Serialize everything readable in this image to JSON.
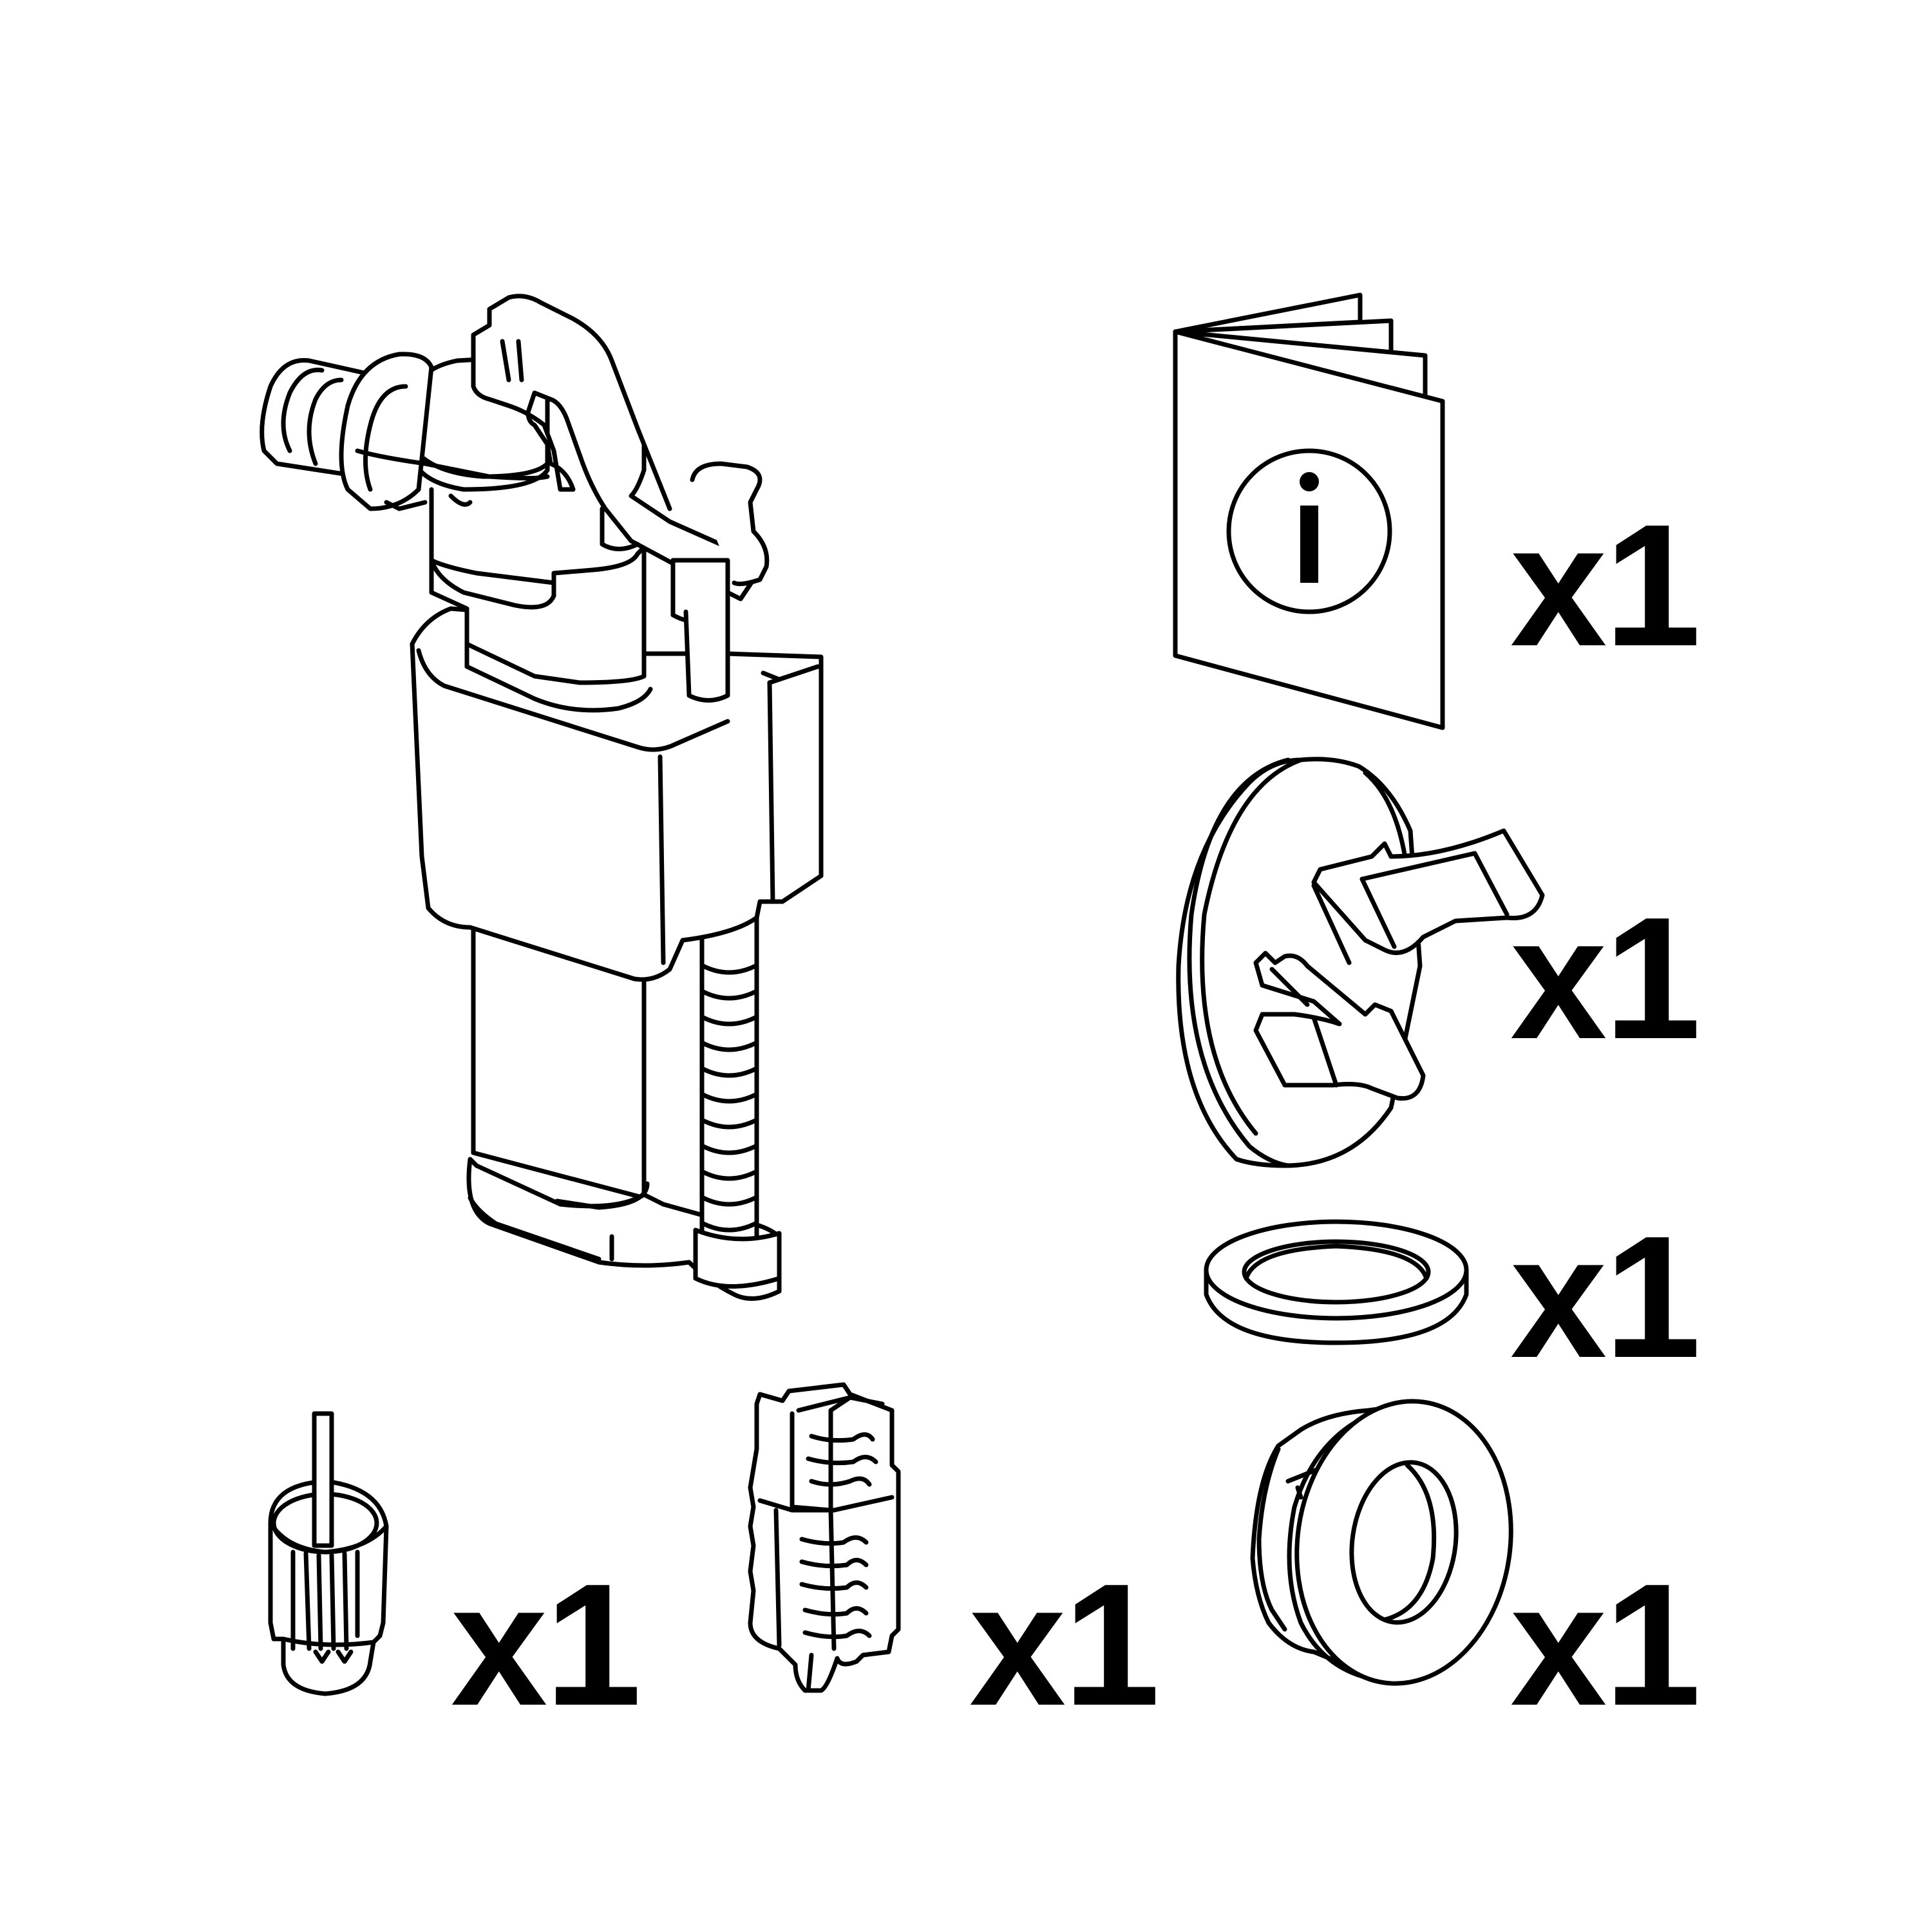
{
  "parts": [
    {
      "id": "fill-valve",
      "icon": "fill-valve-icon",
      "quantity": ""
    },
    {
      "id": "instruction-booklet",
      "icon": "info-booklet-icon",
      "quantity": "x1"
    },
    {
      "id": "mounting-bracket",
      "icon": "bracket-clip-icon",
      "quantity": "x1"
    },
    {
      "id": "flat-washer",
      "icon": "washer-icon",
      "quantity": "x1"
    },
    {
      "id": "rubber-grommet",
      "icon": "grommet-icon",
      "quantity": "x1"
    },
    {
      "id": "adapter-plug",
      "icon": "adapter-plug-icon",
      "quantity": "x1"
    },
    {
      "id": "float-clip",
      "icon": "float-clip-icon",
      "quantity": "x1"
    }
  ],
  "colors": {
    "line": "#000000",
    "background": "#ffffff"
  }
}
